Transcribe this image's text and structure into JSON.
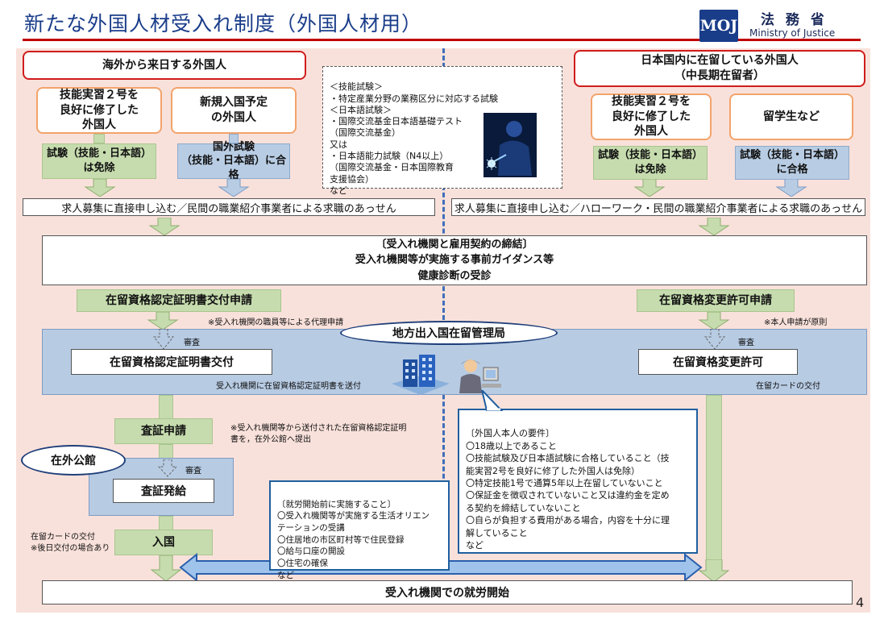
{
  "header": {
    "title": "新たな外国人材受入れ制度（外国人材用）",
    "logo_mark": "MOJ",
    "ministry_jp": "法 務 省",
    "ministry_en": "Ministry of Justice"
  },
  "left": {
    "heading": "海外から来日する外国人",
    "group1": {
      "label": "技能実習２号を\n良好に修了した\n外国人",
      "exam": "試験（技能・日本語）\nは免除"
    },
    "group2": {
      "label": "新規入国予定\nの外国人",
      "exam": "国外試験\n（技能・日本語）に合格"
    },
    "recruit": "求人募集に直接申し込む／民間の職業紹介事業者による求職のあっせん",
    "apply": "在留資格認定証明書交付申請",
    "proxy_note": "※受入れ機関の職員等による代理申請",
    "review": "審査",
    "issued": "在留資格認定証明書交付",
    "send_note": "受入れ機関に在留資格認定証明書を送付",
    "visa_apply": "査証申請",
    "visa_note": "※受入れ機関等から送付された在留資格認定証明\n書を，在外公館へ提出",
    "embassy": "在外公館",
    "embassy_review": "審査",
    "visa_issue": "査証発給",
    "entry": "入国",
    "card_note": "在留カードの交付\n※後日交付の場合あり"
  },
  "right": {
    "heading_line1": "日本国内に在留している外国人",
    "heading_line2": "（中長期在留者）",
    "group1": {
      "label": "技能実習２号を\n良好に修了した\n外国人",
      "exam": "試験（技能・日本語）\nは免除"
    },
    "group2": {
      "label": "留学生など",
      "exam": "試験（技能・日本語）\nに合格"
    },
    "recruit": "求人募集に直接申し込む／ハローワーク・民間の職業紹介事業者による求職のあっせん",
    "apply": "在留資格変更許可申請",
    "self_note": "※本人申請が原則",
    "review": "審査",
    "permit": "在留資格変更許可",
    "card_note": "在留カードの交付"
  },
  "exams": {
    "text": "＜技能試験＞\n・特定産業分野の業務区分に対応する試験\n＜日本語試験＞\n・国際交流基金日本語基礎テスト\n（国際交流基金）\n又は\n・日本語能力試験（N4以上）\n（国際交流基金・日本国際教育\n支援協会）\nなど"
  },
  "contract": {
    "line1": "〔受入れ機関と雇用契約の締結〕",
    "line2": "受入れ機関等が実施する事前ガイダンス等",
    "line3": "健康診断の受診"
  },
  "bureau": "地方出入国在留管理局",
  "requirements": {
    "text": "〔外国人本人の要件〕\n〇18歳以上であること\n〇技能試験及び日本語試験に合格していること（技\n能実習2号を良好に修了した外国人は免除）\n〇特定技能1号で通算5年以上在留していないこと\n〇保証金を徴収されていないこと又は違約金を定め\nる契約を締結していないこと\n〇自らが負担する費用がある場合，内容を十分に理\n解していること\nなど"
  },
  "before_work": {
    "text": "〔就労開始前に実施すること〕\n〇受入れ機関等が実施する生活オリエン\nテーションの受講\n〇住居地の市区町村等で住民登録\n〇給与口座の開設\n〇住宅の確保\nなど"
  },
  "start": "受入れ機関での就労開始",
  "page_number": "4",
  "colors": {
    "accent_red": "#c00000",
    "title_blue": "#1a3d8a",
    "panel_pink": "#f9e1db",
    "green": "#c6dcae",
    "light_blue": "#b8cde4",
    "orange": "#f2a36b"
  }
}
